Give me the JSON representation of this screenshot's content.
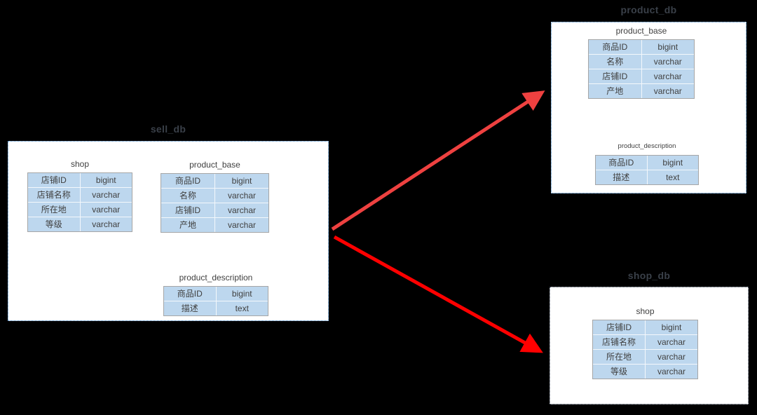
{
  "colors": {
    "background": "#000000",
    "box_fill": "#ffffff",
    "box_border_blue": "#2e75b6",
    "box_border_dark": "#3a4454",
    "cell_fill": "#bdd7ee",
    "cell_text": "#404040",
    "table_outer_border": "#a6a6a6",
    "db_title_text": "#3a4049",
    "arrow_to_product": "#ee4140",
    "arrow_to_shop": "#ff0000"
  },
  "databases": [
    {
      "title": "sell_db",
      "tables": [
        {
          "name": "shop",
          "rows": [
            [
              "店铺ID",
              "bigint"
            ],
            [
              "店铺名称",
              "varchar"
            ],
            [
              "所在地",
              "varchar"
            ],
            [
              "等级",
              "varchar"
            ]
          ]
        },
        {
          "name": "product_base",
          "rows": [
            [
              "商品ID",
              "bigint"
            ],
            [
              "名称",
              "varchar"
            ],
            [
              "店铺ID",
              "varchar"
            ],
            [
              "产地",
              "varchar"
            ]
          ]
        },
        {
          "name": "product_description",
          "rows": [
            [
              "商品ID",
              "bigint"
            ],
            [
              "描述",
              "text"
            ]
          ]
        }
      ]
    },
    {
      "title": "product_db",
      "tables": [
        {
          "name": "product_base",
          "rows": [
            [
              "商品ID",
              "bigint"
            ],
            [
              "名称",
              "varchar"
            ],
            [
              "店铺ID",
              "varchar"
            ],
            [
              "产地",
              "varchar"
            ]
          ]
        },
        {
          "name": "product_description",
          "rows": [
            [
              "商品ID",
              "bigint"
            ],
            [
              "描述",
              "text"
            ]
          ]
        }
      ]
    },
    {
      "title": "shop_db",
      "tables": [
        {
          "name": "shop",
          "rows": [
            [
              "店铺ID",
              "bigint"
            ],
            [
              "店铺名称",
              "varchar"
            ],
            [
              "所在地",
              "varchar"
            ],
            [
              "等级",
              "varchar"
            ]
          ]
        }
      ]
    }
  ]
}
